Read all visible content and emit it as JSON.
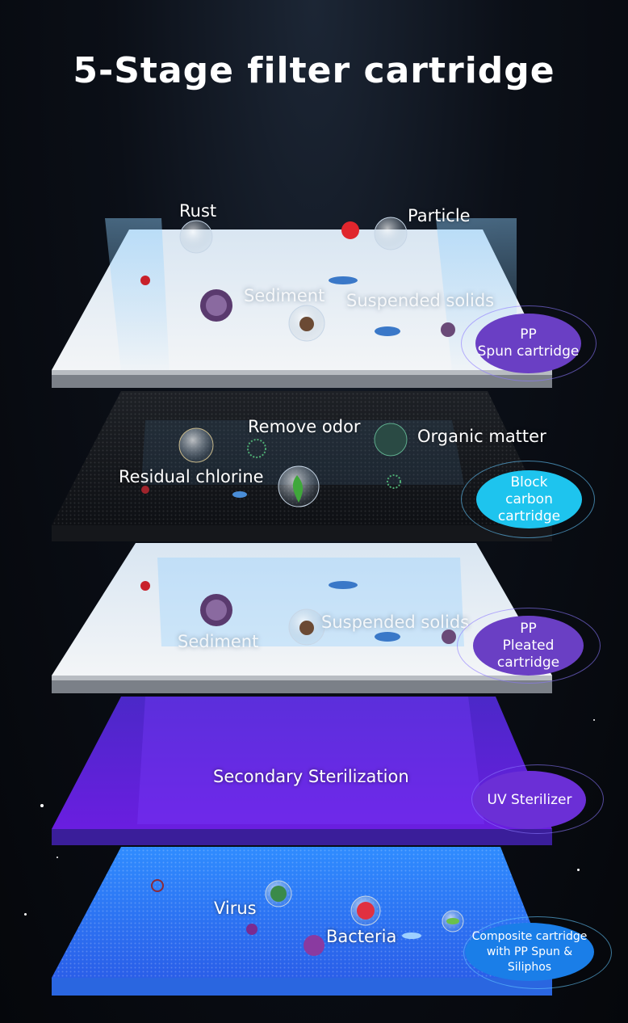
{
  "title": "5-Stage filter cartridge",
  "stages": [
    {
      "labels": [
        "Rust",
        "Particle",
        "Sediment",
        "Suspended solids"
      ],
      "badge_line1": "PP",
      "badge_line2": "Spun cartridge",
      "badge_color": "#6a3fc4"
    },
    {
      "labels": [
        "Remove odor",
        "Organic matter",
        "Residual chlorine"
      ],
      "badge_line1": "Block",
      "badge_line2": "carbon cartridge",
      "badge_color": "#1ec4ee"
    },
    {
      "labels": [
        "Suspended solids",
        "Sediment"
      ],
      "badge_line1": "PP",
      "badge_line2": "Pleated cartridge",
      "badge_color": "#6a3fc4"
    },
    {
      "labels": [
        "Secondary Sterilization"
      ],
      "badge_line1": "UV Sterilizer",
      "badge_color": "#6b2fd6"
    },
    {
      "labels": [
        "Virus",
        "Bacteria"
      ],
      "badge_line1": "Composite cartridge",
      "badge_line2": "with PP Spun & Siliphos",
      "badge_color": "#1a7ee8"
    }
  ]
}
